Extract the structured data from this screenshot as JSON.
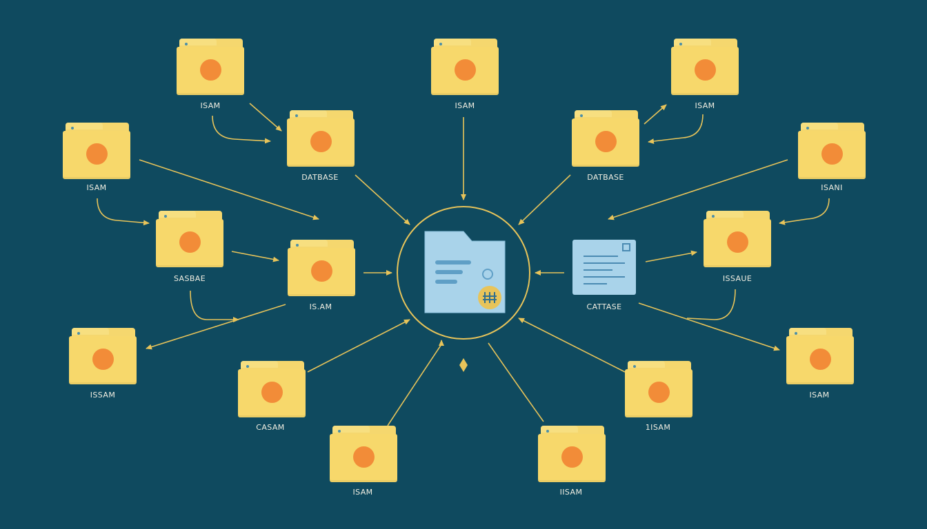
{
  "colors": {
    "background": "#0f4a5f",
    "folder": "#f7d86b",
    "folder_dot": "#f28c38",
    "connector": "#e8c45a",
    "hub_folder": "#a9d3ea",
    "document": "#a9d3ea",
    "label": "#f2efe2"
  },
  "nodes": [
    {
      "id": "n1",
      "label": "ISAM",
      "icon": "folder-icon"
    },
    {
      "id": "n2",
      "label": "ISAM",
      "icon": "folder-icon"
    },
    {
      "id": "n3",
      "label": "ISAM",
      "icon": "folder-icon"
    },
    {
      "id": "n4",
      "label": "DATBASE",
      "icon": "folder-icon"
    },
    {
      "id": "n5",
      "label": "DATBASE",
      "icon": "folder-icon"
    },
    {
      "id": "n6",
      "label": "ISAM",
      "icon": "folder-icon"
    },
    {
      "id": "n7",
      "label": "ISANI",
      "icon": "folder-icon"
    },
    {
      "id": "n8",
      "label": "SASBAE",
      "icon": "folder-icon"
    },
    {
      "id": "n9",
      "label": "IS.AM",
      "icon": "folder-icon"
    },
    {
      "id": "n10",
      "label": "CATTASE",
      "icon": "document-icon"
    },
    {
      "id": "n11",
      "label": "ISSAUE",
      "icon": "folder-icon"
    },
    {
      "id": "n12",
      "label": "ISSAM",
      "icon": "folder-icon"
    },
    {
      "id": "n13",
      "label": "ISAM",
      "icon": "folder-icon"
    },
    {
      "id": "n14",
      "label": "CASAM",
      "icon": "folder-icon"
    },
    {
      "id": "n15",
      "label": "1ISAM",
      "icon": "folder-icon"
    },
    {
      "id": "n16",
      "label": "ISAM",
      "icon": "folder-icon"
    },
    {
      "id": "n17",
      "label": "IISAM",
      "icon": "folder-icon"
    }
  ],
  "hub": {
    "icon": "central-database-folder-icon"
  }
}
